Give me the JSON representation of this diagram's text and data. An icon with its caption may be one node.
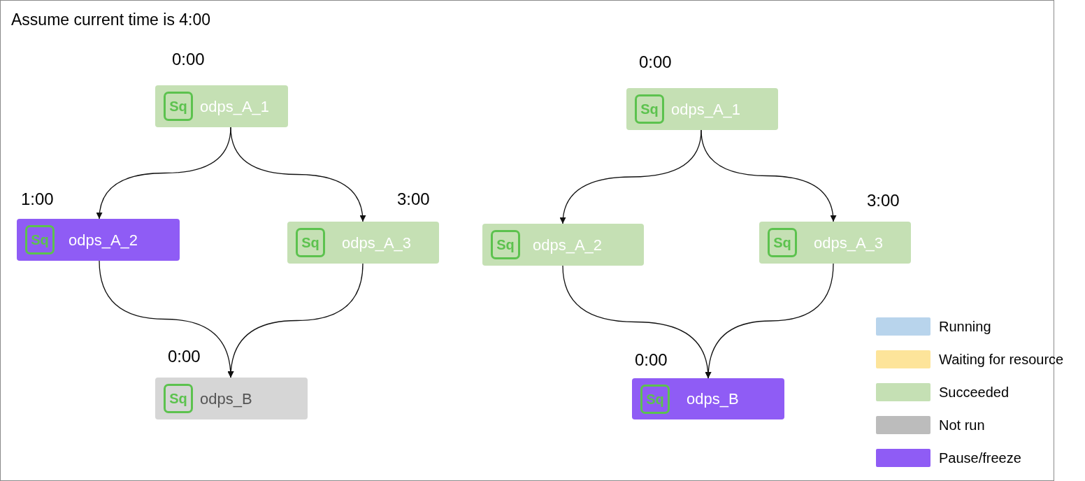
{
  "diagram": {
    "title": "Assume current time is 4:00",
    "nodes": [
      {
        "text": [
          "Sq",
          "odps_A_1"
        ],
        "beside": [
          "0:00"
        ]
      },
      {
        "text": [
          "Sq",
          "odps_A_2"
        ],
        "beside": [
          "1:00"
        ]
      },
      {
        "text": [
          "Sq",
          "odps_A_3"
        ],
        "beside": [
          "3:00"
        ]
      },
      {
        "text": [
          "Sq",
          "odps_B"
        ],
        "beside": [
          "0:00"
        ]
      },
      {
        "text": [
          "Sq",
          "odps_A_1"
        ],
        "beside": [
          "0:00"
        ]
      },
      {
        "text": [
          "Sq",
          "odps_A_2"
        ]
      },
      {
        "text": [
          "Sq",
          "odps_A_3"
        ],
        "beside": [
          "3:00"
        ]
      },
      {
        "text": [
          "Sq",
          "odps_B"
        ],
        "beside": [
          "0:00"
        ]
      }
    ],
    "edges": [
      {
        "from": 0,
        "to": 1,
        "arrow": "to"
      },
      {
        "from": 0,
        "to": 2,
        "arrow": "to"
      },
      {
        "from": 1,
        "to": 3,
        "arrow": "to"
      },
      {
        "from": 2,
        "to": 3,
        "arrow": "to"
      },
      {
        "from": 4,
        "to": 5,
        "arrow": "to"
      },
      {
        "from": 4,
        "to": 6,
        "arrow": "to"
      },
      {
        "from": 5,
        "to": 7,
        "arrow": "to"
      },
      {
        "from": 6,
        "to": 7,
        "arrow": "to"
      }
    ],
    "legend": [
      {
        "text": "Running",
        "color": "#b8d4ec"
      },
      {
        "text": "Waiting for resource",
        "color": "#fde49a"
      },
      {
        "text": "Succeeded",
        "color": "#c5e0b4"
      },
      {
        "text": "Not run",
        "color": "#bcbcbc"
      },
      {
        "text": "Pause/freeze",
        "color": "#8f5cf5"
      }
    ]
  }
}
